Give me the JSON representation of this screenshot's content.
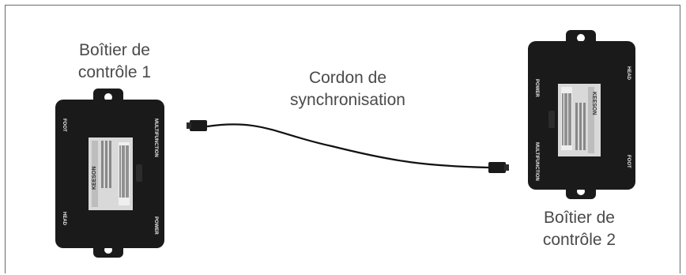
{
  "captions": {
    "box1": [
      "Boîtier de",
      "contrôle 1"
    ],
    "box2": [
      "Boîtier de",
      "contrôle 2"
    ],
    "cord": [
      "Cordon de",
      "synchronisation"
    ]
  },
  "box1": {
    "port_labels": {
      "foot": "FOOT",
      "multifunction": "MULTIFUNCTION",
      "head": "HEAD",
      "power": "POWER"
    },
    "sticker_brand": "KEESON"
  },
  "box2": {
    "port_labels": {
      "power": "POWER",
      "head": "HEAD",
      "multifunction": "MULTIFUNCTION",
      "foot": "FOOT"
    },
    "sticker_brand": "KEESON"
  },
  "colors": {
    "box": "#1a1a1a",
    "cable": "#111111",
    "border": "#6b6b6b",
    "caption": "#4a4a4a"
  }
}
